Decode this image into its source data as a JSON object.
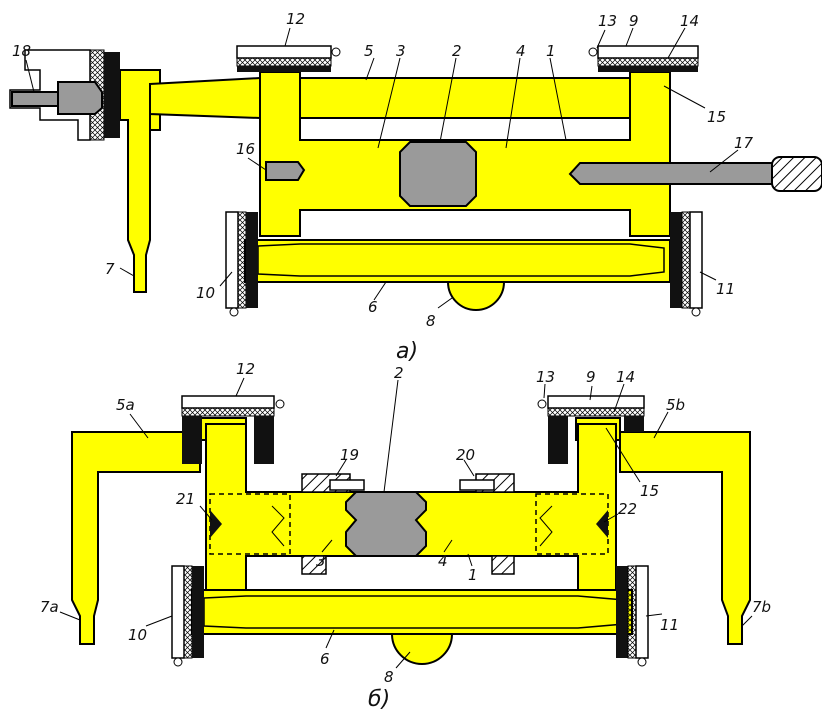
{
  "captions": {
    "a": "а)",
    "b": "б)"
  },
  "labels_top": {
    "l1": "1",
    "l2": "2",
    "l3": "3",
    "l4": "4",
    "l5": "5",
    "l6": "6",
    "l7": "7",
    "l8": "8",
    "l9": "9",
    "l10": "10",
    "l11": "11",
    "l12": "12",
    "l13": "13",
    "l14": "14",
    "l15": "15",
    "l16": "16",
    "l17": "17",
    "l18": "18"
  },
  "labels_bottom": {
    "l1": "1",
    "l2": "2",
    "l3": "3",
    "l4": "4",
    "l5a": "5a",
    "l5b": "5b",
    "l6": "6",
    "l7a": "7a",
    "l7b": "7b",
    "l8": "8",
    "l9": "9",
    "l10": "10",
    "l11": "11",
    "l12": "12",
    "l13": "13",
    "l14": "14",
    "l15": "15",
    "l19": "19",
    "l20": "20",
    "l21": "21",
    "l22": "22"
  },
  "colors": {
    "body": "#ffff00",
    "electrode": "#9a9a9a",
    "outline": "#000000",
    "gasket": "#111111"
  }
}
